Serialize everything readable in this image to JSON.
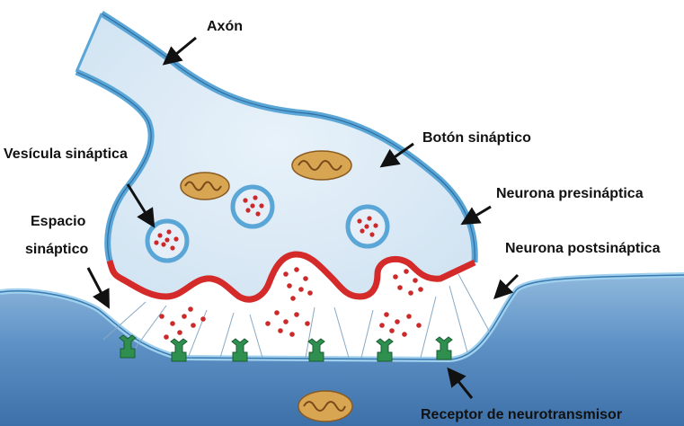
{
  "labels": {
    "axon": "Axón",
    "synaptic_button": "Botón sináptico",
    "synaptic_vesicle": "Vesícula sináptica",
    "presynaptic_neuron": "Neurona presináptica",
    "synaptic_space_line1": "Espacio",
    "synaptic_space_line2": "sináptico",
    "postsynaptic_neuron": "Neurona postsináptica",
    "receptor": "Receptor de neurotransmisor"
  },
  "colors": {
    "membrane_blue": "#5aa6d6",
    "cytoplasm": "#dcebf6",
    "active_zone_red": "#d42a2a",
    "neurotransmitter_dot": "#cc2a2a",
    "post_cell_dark": "#3c73b0",
    "receptor_green": "#2e8f4e",
    "mitochondria": "#d8a552"
  }
}
